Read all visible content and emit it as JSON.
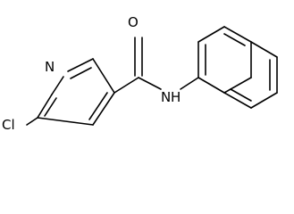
{
  "molecule": {
    "atoms": {
      "chlorine": "Cl",
      "pyridine_nitrogen": "N",
      "carbonyl_oxygen": "O",
      "amide_nh": "N",
      "amide_h": "H"
    },
    "colors": {
      "bond": "#000000",
      "label": "#000000",
      "background": "#ffffff"
    }
  }
}
